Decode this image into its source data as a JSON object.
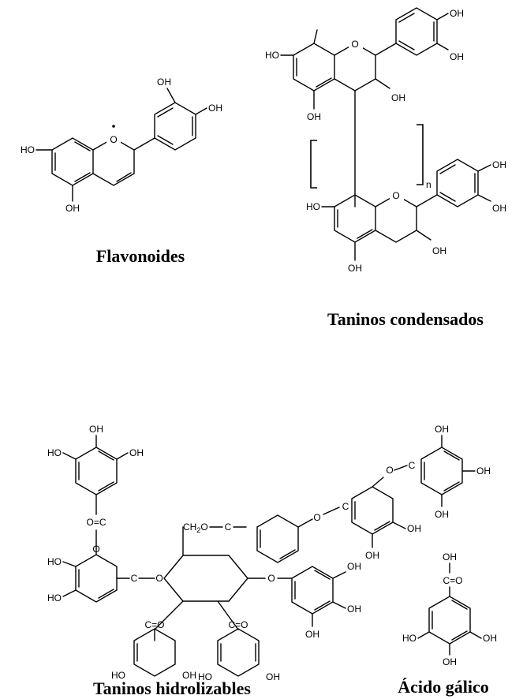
{
  "captions": {
    "flavonoides": "Flavonoides",
    "taninos_condensados": "Taninos condensados",
    "taninos_hidrolizables": "Taninos hidrolizables",
    "acido_galico": "Ácido gálico"
  },
  "atoms": {
    "oh": "OH",
    "ho": "HO",
    "o": "O",
    "oc": "O=C",
    "co": "C=O",
    "c": "C",
    "ch2o": "CH",
    "sub2": "2",
    "o_tail": "O",
    "n": "n"
  }
}
